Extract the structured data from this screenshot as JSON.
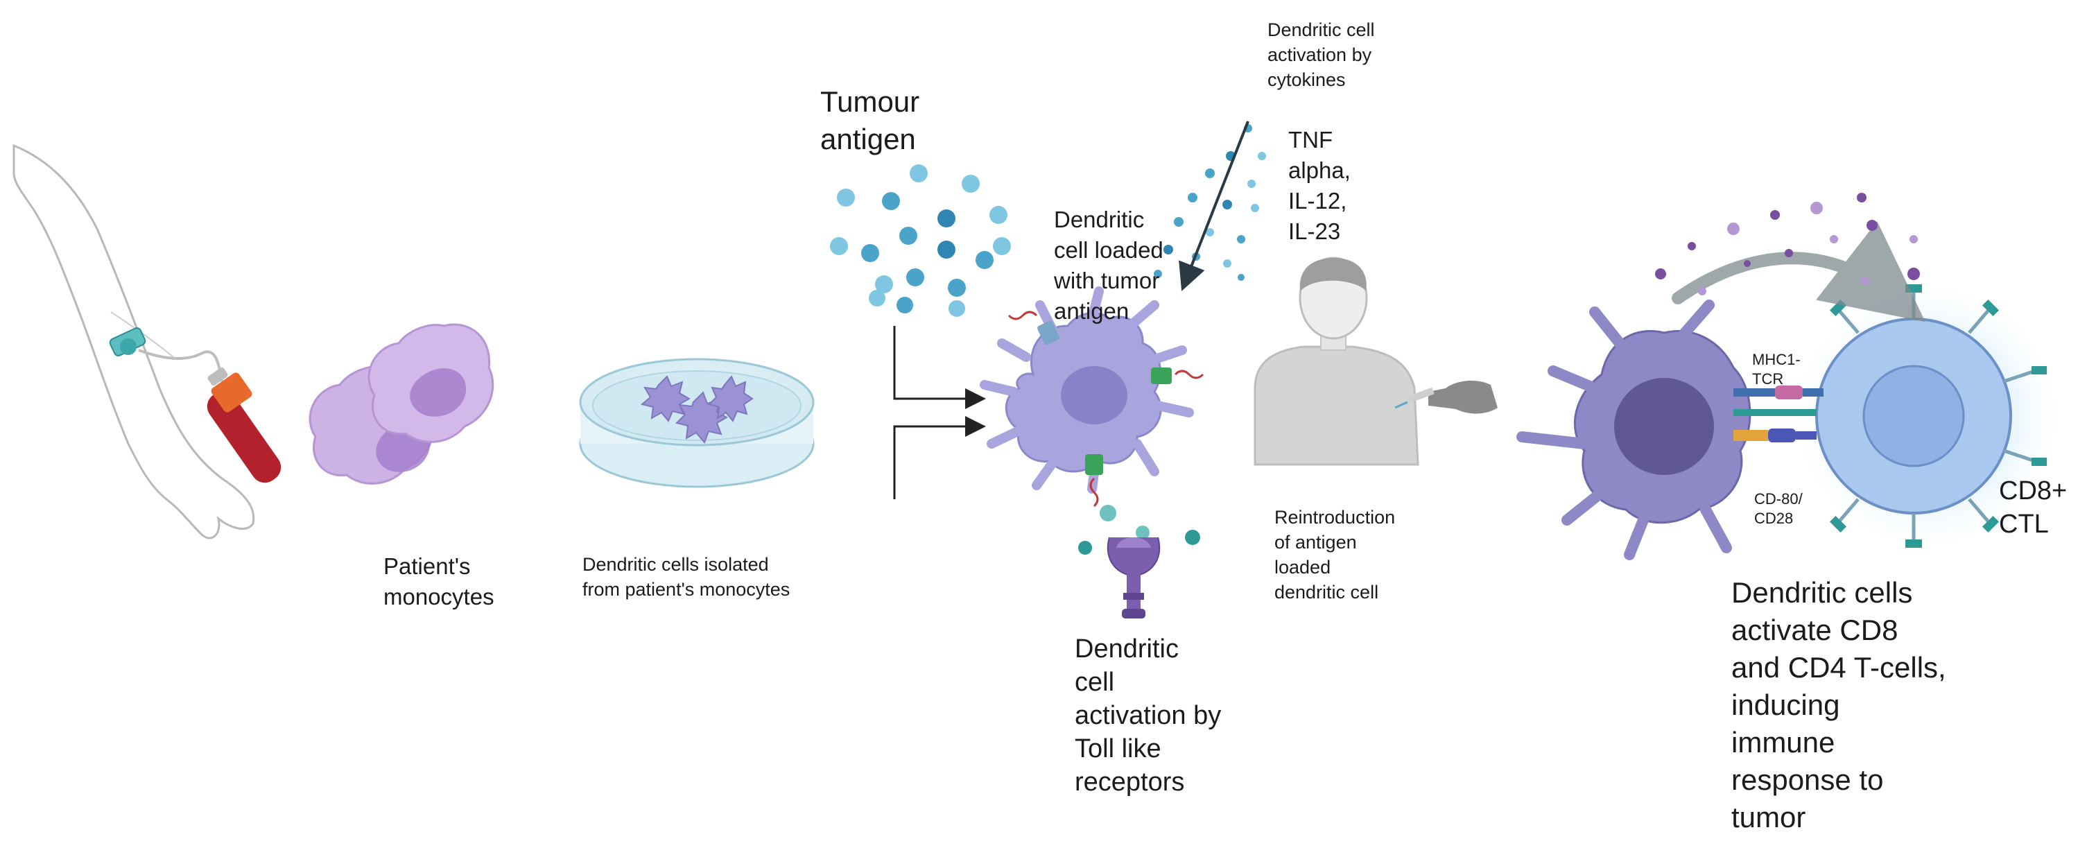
{
  "labels": {
    "patients_monocytes": "Patient's\nmonocytes",
    "dc_isolated": "Dendritic cells isolated\nfrom patient's monocytes",
    "tumour_antigen": "Tumour\nantigen",
    "dc_activation_cytokines": "Dendritic cell\nactivation by\ncytokines",
    "cytokines": "TNF\nalpha,\nIL-12,\nIL-23",
    "dc_loaded": "Dendritic\ncell loaded\nwith tumor\nantigen",
    "dc_activation_tlr": "Dendritic\ncell\nactivation by\nToll like\nreceptors",
    "reintroduction": "Reintroduction\nof antigen\nloaded\ndendritic cell",
    "mhc_tcr": "MHC1-\nTCR",
    "cd80_cd28": "CD-80/\nCD28",
    "cd8_ctl": "CD8+\nCTL",
    "dc_activate_tcells": "Dendritic cells\nactivate CD8\nand CD4 T-cells,\ninducing\nimmune\nresponse to\ntumor"
  },
  "colors": {
    "skin_outline": "#b8b8b8",
    "monocyte": "#c9aee3",
    "dendritic_cell": "#a9a3dc",
    "antigen": "#4aa3c8",
    "t_cell": "#a9c8ee",
    "receptor_teal": "#2e9a95",
    "arrow": "#2b3a42"
  }
}
